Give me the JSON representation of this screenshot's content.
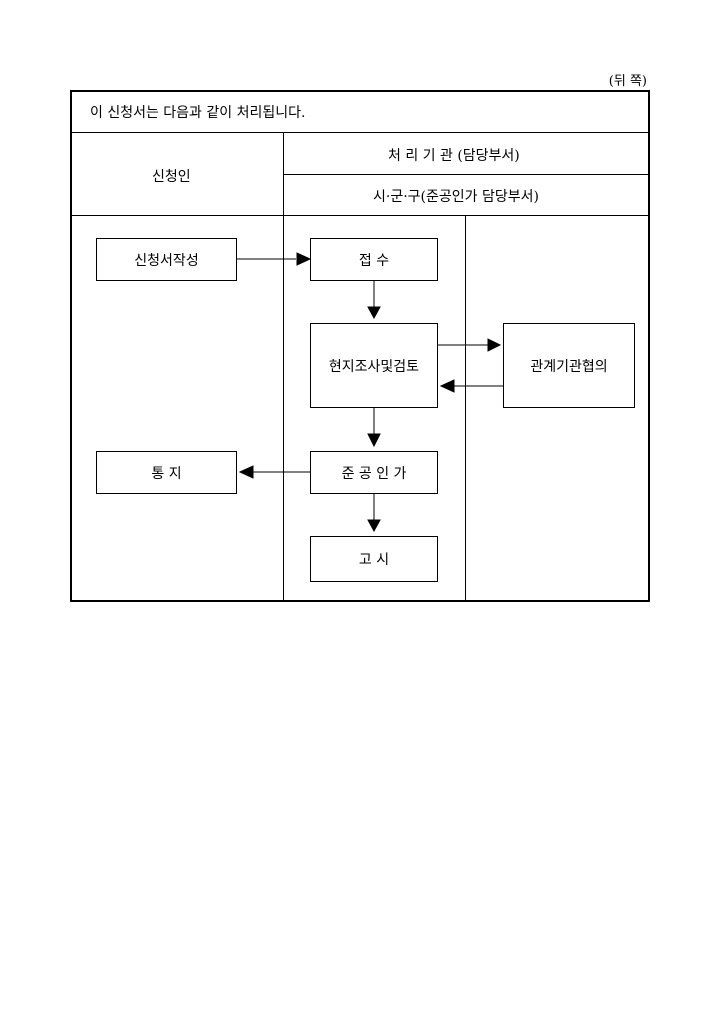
{
  "page_label": "(뒤 쪽)",
  "intro": "이 신청서는 다음과 같이 처리됩니다.",
  "header": {
    "applicant": "신청인",
    "processing_agency": "처 리 기 관 (담당부서)",
    "department": "시·군·구(준공인가 담당부서)"
  },
  "flow": {
    "write_application": "신청서작성",
    "receipt": "접 수",
    "site_review": "현지조사및검토",
    "agency_consultation": "관계기관협의",
    "notification": "통 지",
    "completion_approval": "준 공 인 가",
    "public_notice": "고 시"
  }
}
